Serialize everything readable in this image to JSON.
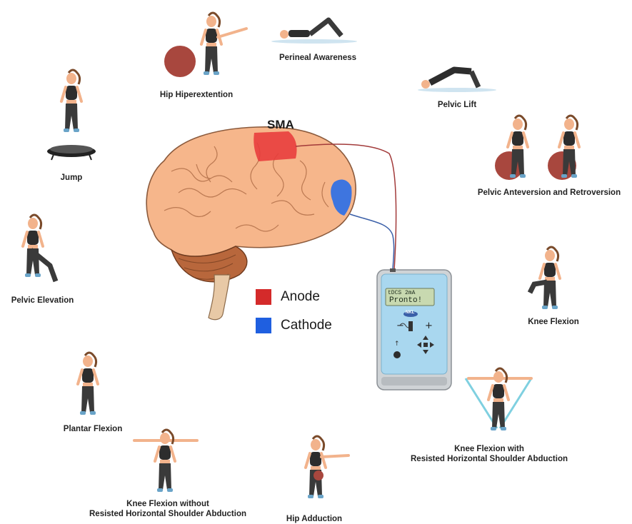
{
  "exercises": [
    {
      "id": "jump",
      "label": "Jump"
    },
    {
      "id": "hip-hiperextention",
      "label": "Hip Hiperextention"
    },
    {
      "id": "perineal-awareness",
      "label": "Perineal Awareness"
    },
    {
      "id": "pelvic-lift",
      "label": "Pelvic Lift"
    },
    {
      "id": "pelvic-anteversion",
      "label": "Pelvic Anteversion and Retroversion"
    },
    {
      "id": "pelvic-elevation",
      "label": "Pelvic Elevation"
    },
    {
      "id": "knee-flexion",
      "label": "Knee Flexion"
    },
    {
      "id": "plantar-flexion",
      "label": "Plantar Flexion"
    },
    {
      "id": "knee-flexion-resisted",
      "line1": "Knee Flexion with",
      "line2": "Resisted Horizontal Shoulder Abduction"
    },
    {
      "id": "knee-flexion-without",
      "line1": "Knee Flexion without",
      "line2": "Resisted Horizontal Shoulder Abduction"
    },
    {
      "id": "hip-adduction",
      "label": "Hip Adduction"
    }
  ],
  "brain": {
    "region_label": "SMA"
  },
  "legend": {
    "anode": {
      "label": "Anode",
      "color": "#d42a2a"
    },
    "cathode": {
      "label": "Cathode",
      "color": "#1f5fe0"
    }
  },
  "device": {
    "lcd_line1": "tDCS 2mA",
    "lcd_line2": "Pronto!",
    "logo": "NKL"
  },
  "colors": {
    "skin": "#f2b38c",
    "brain": "#f6b68b",
    "cerebellum": "#b8673c",
    "ball": "#a8473e",
    "outfit": "#2d2d2d",
    "shoe": "#6aa4c8"
  }
}
